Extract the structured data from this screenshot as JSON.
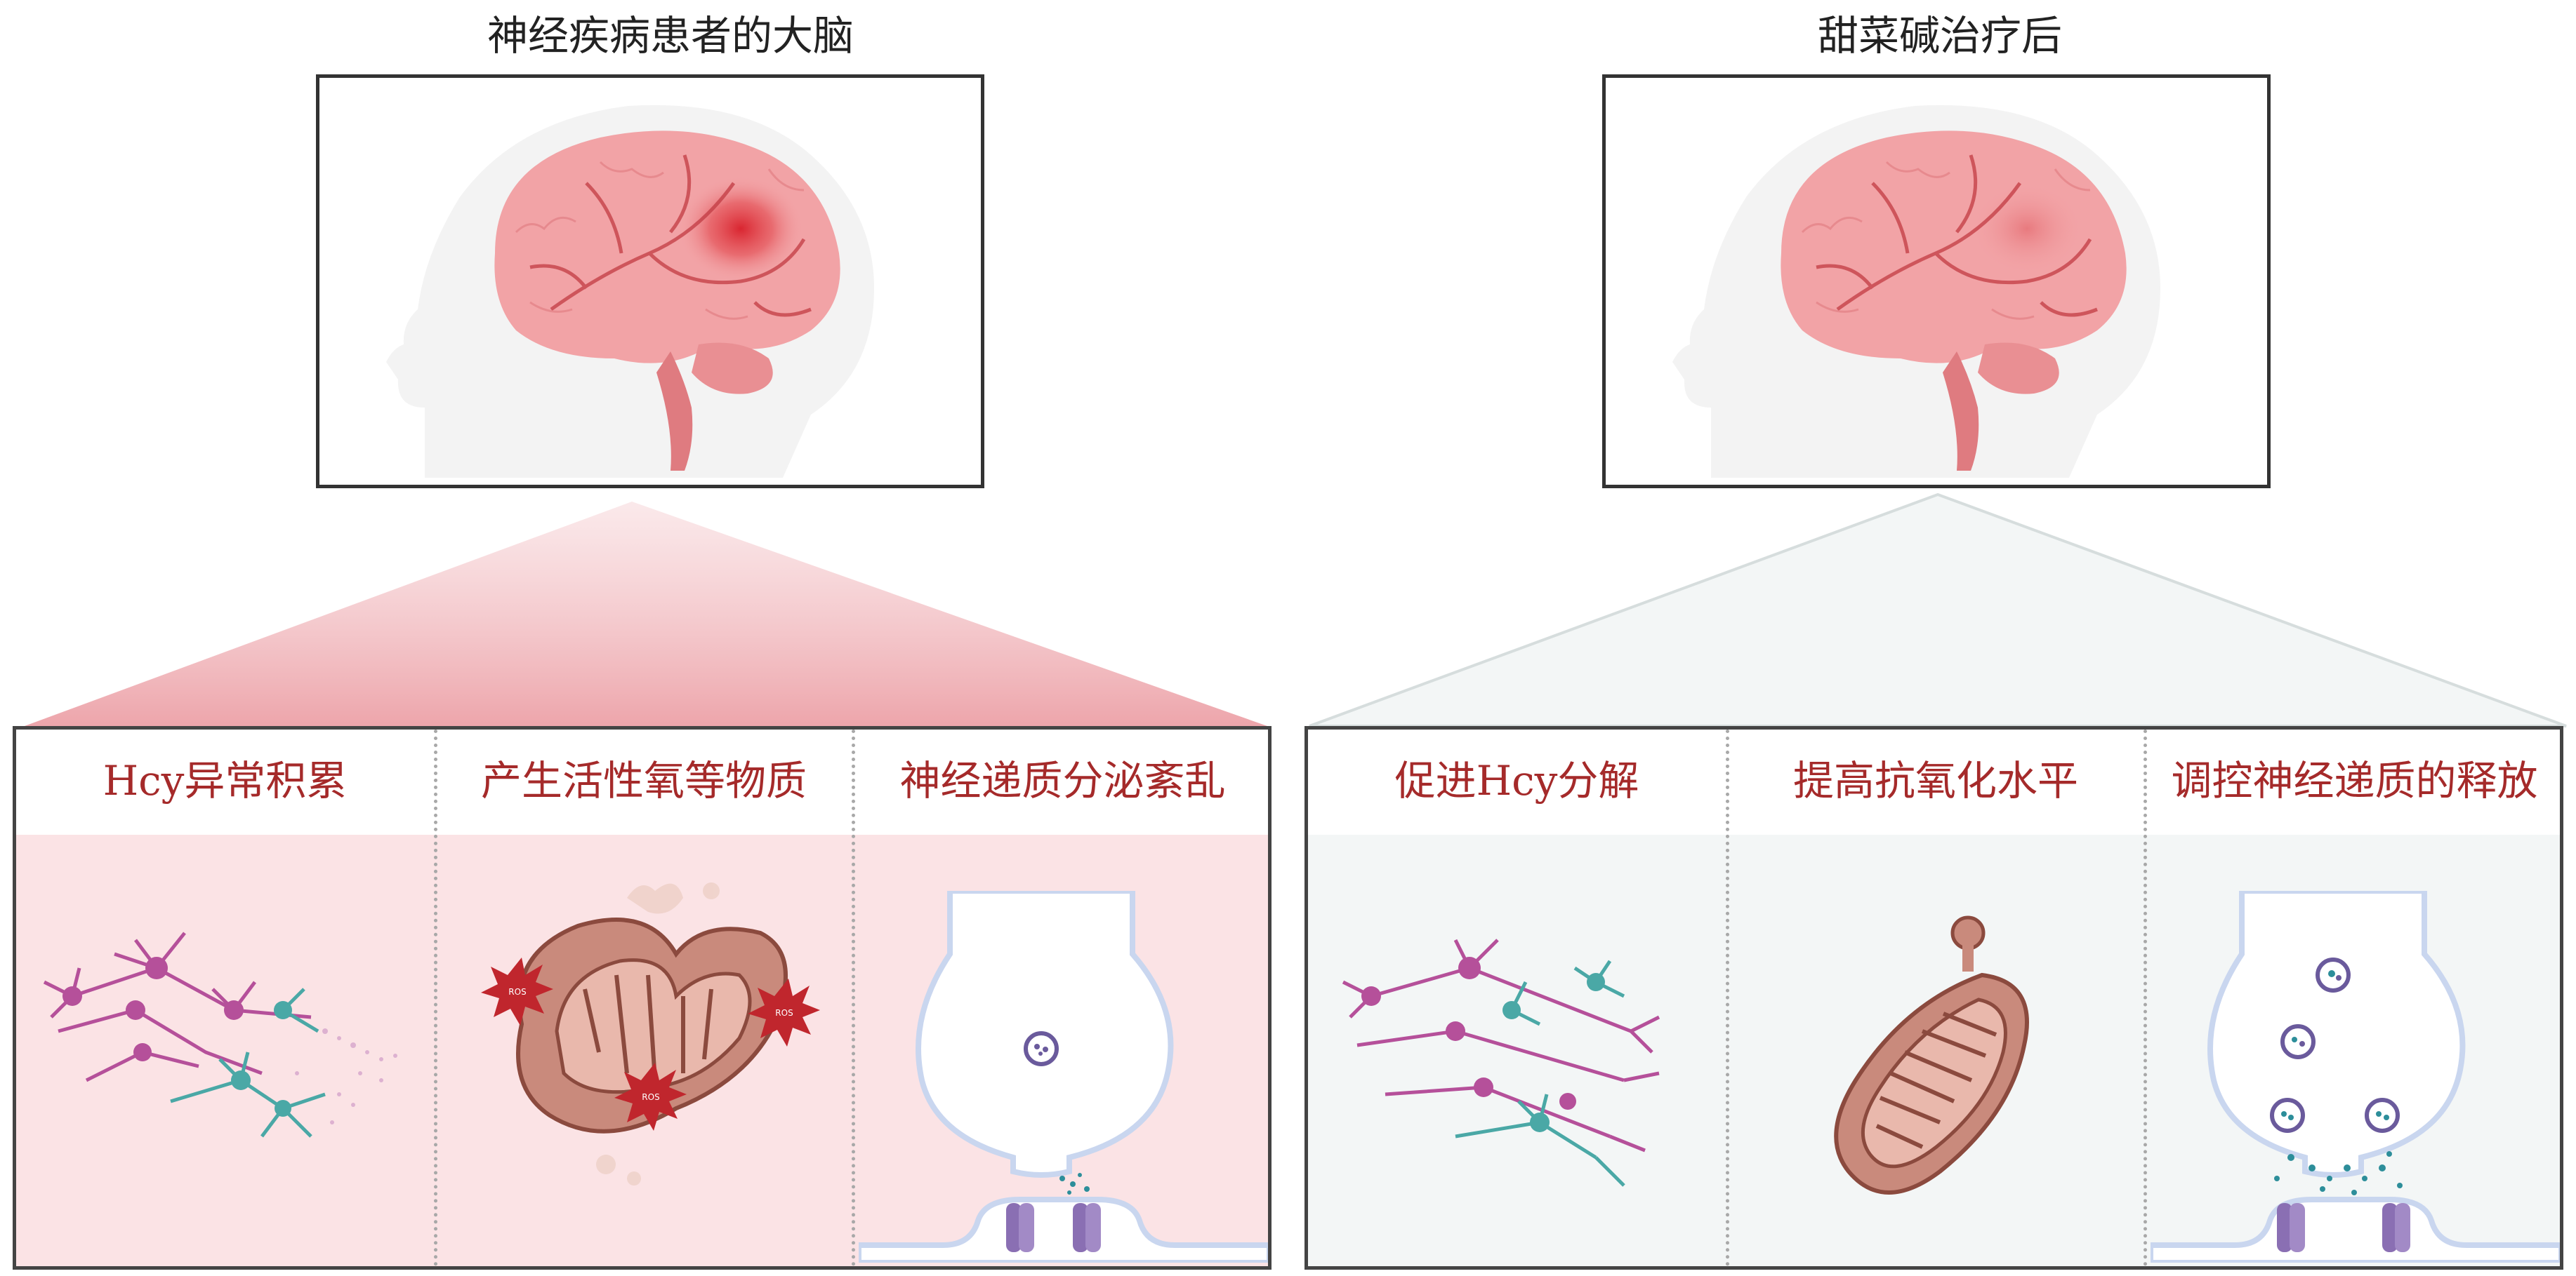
{
  "titles": {
    "left": "神经疾病患者的大脑",
    "right": "甜菜碱治疗后"
  },
  "left_panel": {
    "labels": [
      "Hcy异常积累",
      "产生活性氧等物质",
      "神经递质分泌紊乱"
    ],
    "ros_labels": [
      "ROS",
      "ROS",
      "ROS"
    ]
  },
  "right_panel": {
    "labels": [
      "促进Hcy分解",
      "提高抗氧化水平",
      "调控神经递质的释放"
    ]
  },
  "colors": {
    "label_text": "#a52a2a",
    "left_bg": "#fbe3e5",
    "right_bg": "#f3f6f6",
    "brain": "#f2a3a6",
    "lesion": "#d81f2a",
    "mitochondria": "#c98a7c",
    "neuron_pink": "#b5509a",
    "neuron_teal": "#4aa8a6",
    "synapse": "#c9d6ef",
    "receptor": "#8a6fb3"
  },
  "icons": [
    "brain-illustration",
    "neuron-network-icon",
    "mitochondria-icon",
    "ros-burst-icon",
    "synapse-icon",
    "vesicle-icon",
    "receptor-icon"
  ]
}
